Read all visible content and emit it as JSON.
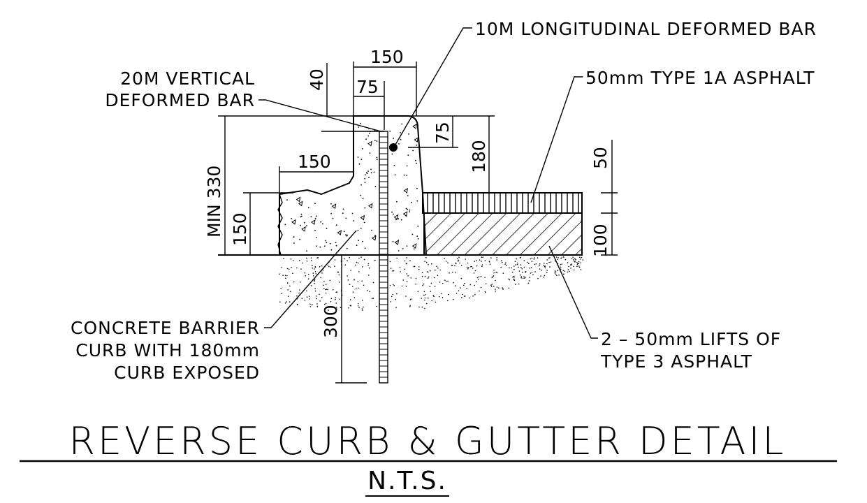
{
  "colors": {
    "ink": "#000000",
    "paper": "#ffffff"
  },
  "labels": {
    "longitudinal_bar": "10M LONGITUDINAL DEFORMED BAR",
    "vertical_bar_1": "20M VERTICAL",
    "vertical_bar_2": "DEFORMED BAR",
    "type1a": "50mm TYPE 1A ASPHALT",
    "barrier_1": "CONCRETE BARRIER",
    "barrier_2": "CURB WITH 180mm",
    "barrier_3": "CURB EXPOSED",
    "lifts_1": "2 – 50mm LIFTS OF",
    "lifts_2": "TYPE 3 ASPHALT"
  },
  "dimensions": {
    "top_width": "150",
    "half_width": "75",
    "bar_cover_top": "40",
    "min_height": "MIN 330",
    "ledge_width": "150",
    "ledge_height": "150",
    "bar_depth": "75",
    "curb_exposed": "180",
    "surface_lift": "50",
    "base_lifts": "100",
    "embed_depth": "300"
  },
  "title": {
    "main": "REVERSE CURB & GUTTER DETAIL",
    "scale": "N.T.S."
  }
}
